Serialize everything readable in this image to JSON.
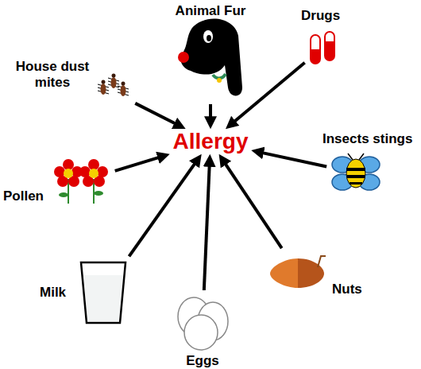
{
  "diagram": {
    "nodes": [
      {
        "text": [
          "Animal Fur"
        ]
      },
      {
        "text": [
          "House dust mites"
        ]
      },
      {
        "text": [
          "Drugs"
        ]
      },
      {
        "text": [
          "Insects stings"
        ]
      },
      {
        "text": [
          "Pollen"
        ]
      },
      {
        "text": [
          "Allergy"
        ]
      },
      {
        "text": [
          "Milk"
        ]
      },
      {
        "text": [
          "Nuts"
        ]
      },
      {
        "text": [
          "Eggs"
        ]
      }
    ],
    "edges": [
      {
        "from": 0,
        "to": 5,
        "arrow": "to"
      },
      {
        "from": 1,
        "to": 5,
        "arrow": "to"
      },
      {
        "from": 2,
        "to": 5,
        "arrow": "to"
      },
      {
        "from": 3,
        "to": 5,
        "arrow": "to"
      },
      {
        "from": 4,
        "to": 5,
        "arrow": "to"
      },
      {
        "from": 6,
        "to": 5,
        "arrow": "to"
      },
      {
        "from": 7,
        "to": 5,
        "arrow": "to"
      },
      {
        "from": 8,
        "to": 5,
        "arrow": "to"
      }
    ]
  }
}
